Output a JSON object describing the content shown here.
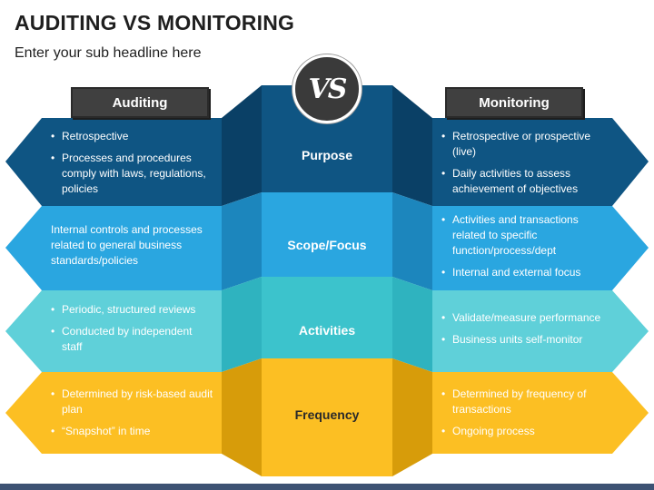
{
  "title": "AUDITING VS MONITORING",
  "subtitle": "Enter your sub headline here",
  "vs_label": "VS",
  "left_header": "Auditing",
  "right_header": "Monitoring",
  "colors": {
    "purpose": "#0f5583",
    "scope": "#2aa6e0",
    "activities": "#5fd0d9",
    "frequency": "#fcbf23",
    "header": "#404040",
    "footer": "#3d5273"
  },
  "rows": [
    {
      "label": "Purpose",
      "left": [
        "Retrospective",
        "Processes and procedures comply with laws, regulations, policies"
      ],
      "right": [
        "Retrospective or prospective (live)",
        "Daily activities to assess achievement of objectives"
      ]
    },
    {
      "label": "Scope/Focus",
      "left": [
        "Internal controls and processes related to general business standards/policies"
      ],
      "right": [
        "Activities and transactions related to specific function/process/dept",
        "Internal and external focus"
      ]
    },
    {
      "label": "Activities",
      "left": [
        "Periodic, structured reviews",
        "Conducted by independent staff"
      ],
      "right": [
        "Validate/measure performance",
        "Business units self-monitor"
      ]
    },
    {
      "label": "Frequency",
      "left": [
        "Determined by risk-based audit plan",
        "“Snapshot” in time"
      ],
      "right": [
        "Determined by frequency of transactions",
        "Ongoing process"
      ]
    }
  ]
}
